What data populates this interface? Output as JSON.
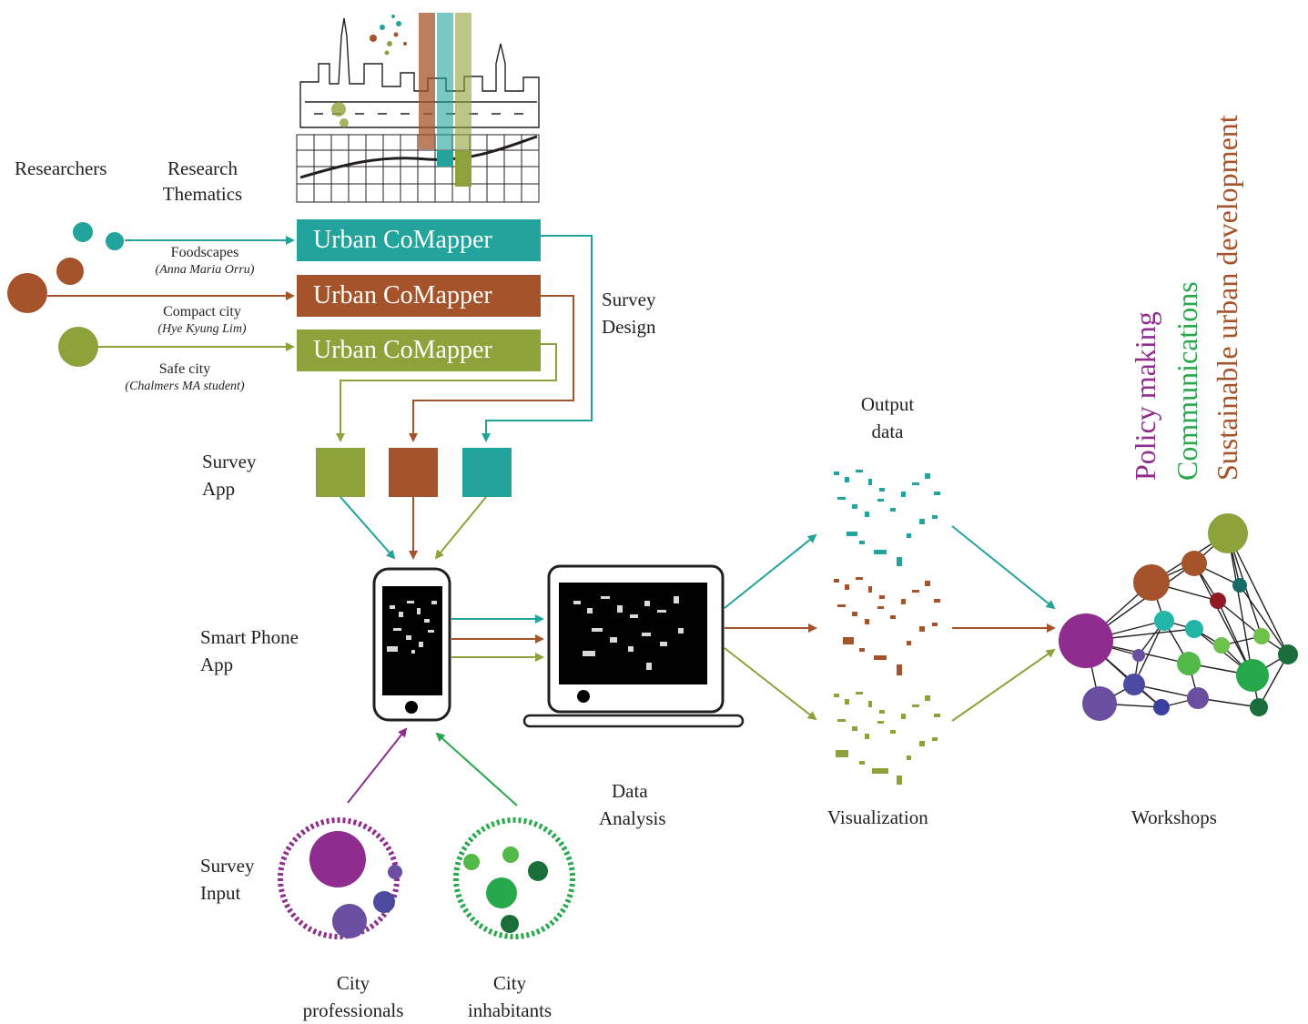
{
  "colors": {
    "teal": "#22a39b",
    "brown": "#a4532a",
    "olive": "#8ea23b",
    "purple": "#8e2d8e",
    "green": "#27a84a",
    "dark_green": "#1a6e3a",
    "indigo": "#4b4aa0",
    "violet": "#6a4fa0",
    "red": "#8e1b24"
  },
  "headers": {
    "researchers": "Researchers",
    "research_thematics_1": "Research",
    "research_thematics_2": "Thematics"
  },
  "thematics": [
    {
      "name": "Foodscapes",
      "researcher": "(Anna Maria Orru)",
      "tool": "Urban CoMapper"
    },
    {
      "name": "Compact city",
      "researcher": "(Hye Kyung Lim)",
      "tool": "Urban CoMapper"
    },
    {
      "name": "Safe city",
      "researcher": "(Chalmers MA student)",
      "tool": "Urban CoMapper"
    }
  ],
  "stages": {
    "survey_design_1": "Survey",
    "survey_design_2": "Design",
    "survey_app_1": "Survey",
    "survey_app_2": "App",
    "smart_phone_app_1": "Smart Phone",
    "smart_phone_app_2": "App",
    "survey_input_1": "Survey",
    "survey_input_2": "Input",
    "data_analysis_1": "Data",
    "data_analysis_2": "Analysis",
    "output_data_1": "Output",
    "output_data_2": "data",
    "visualization": "Visualization",
    "workshops": "Workshops"
  },
  "participants": {
    "city_professionals_1": "City",
    "city_professionals_2": "professionals",
    "city_inhabitants_1": "City",
    "city_inhabitants_2": "inhabitants"
  },
  "outcomes": [
    "Policy making",
    "Communications",
    "Sustainable urban development"
  ]
}
